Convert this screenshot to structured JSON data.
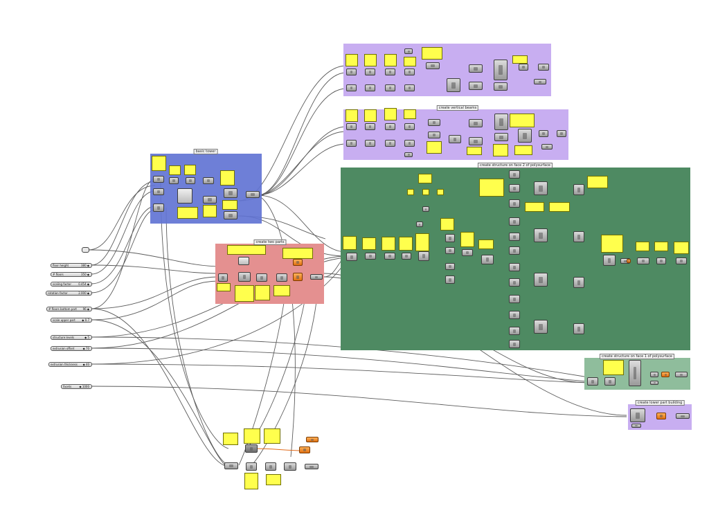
{
  "groups": [
    {
      "title": "basic tower",
      "color": "#6274d4"
    },
    {
      "title": "create vertical beams",
      "color": "#c8aef1"
    },
    {
      "title": "create structure on face 2 of polysurface",
      "color": "#4e8a62"
    },
    {
      "title": "create two parts",
      "color": "#e49090"
    },
    {
      "title": "create structure on face 1 of polysurface",
      "color": "#8fbd9c"
    },
    {
      "title": "create lower part building",
      "color": "#c8aef1"
    }
  ],
  "sliders": [
    {
      "label": "floor height",
      "value": "380 ◆"
    },
    {
      "label": "# floors",
      "value": "350 ◆"
    },
    {
      "label": "scaling factor",
      "value": "0.454 ◆"
    },
    {
      "label": "rotation factor",
      "value": "2.000 ◆"
    },
    {
      "label": "# floors bottom part",
      "value": "96 ◆"
    },
    {
      "label": "scale upper part",
      "value": "◆ 0.7"
    },
    {
      "label": "structure levels",
      "value": "◆ 5"
    },
    {
      "label": "extrusion offset",
      "value": "◆ 70"
    },
    {
      "label": "extrusion thickness",
      "value": "◆ 40"
    },
    {
      "label": "facets",
      "value": "◆ 1000"
    }
  ],
  "colors": {
    "canvas": "#ffffff",
    "wire": "#4a4a4a",
    "wire_selected": "#e06a1a",
    "note": "#ffff4d"
  }
}
